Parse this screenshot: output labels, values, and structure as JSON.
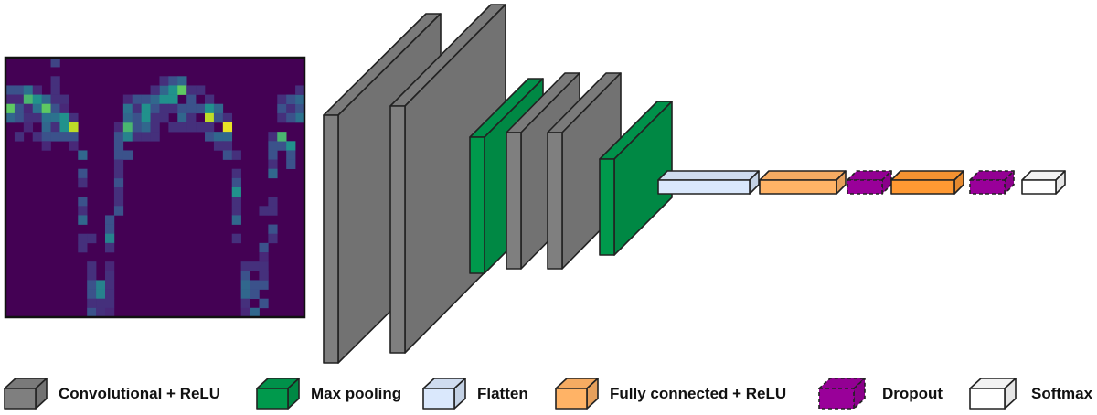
{
  "title": "CNN architecture diagram",
  "input_image": {
    "description": "feature heatmap (viridis colormap)",
    "colormap": "viridis",
    "grid": {
      "cols": 33,
      "rows": 28
    },
    "cells": [
      [
        5,
        0,
        0.25
      ],
      [
        5,
        2,
        0.18
      ],
      [
        0,
        3,
        0.3
      ],
      [
        1,
        3,
        0.3
      ],
      [
        2,
        3,
        0.45
      ],
      [
        3,
        3,
        0.15
      ],
      [
        5,
        3,
        0.18
      ],
      [
        0,
        4,
        0.15
      ],
      [
        1,
        4,
        0.15
      ],
      [
        2,
        4,
        0.65
      ],
      [
        3,
        4,
        0.55
      ],
      [
        4,
        4,
        0.4
      ],
      [
        5,
        4,
        0.18
      ],
      [
        6,
        4,
        0.18
      ],
      [
        0,
        5,
        0.7
      ],
      [
        1,
        5,
        0.3
      ],
      [
        2,
        5,
        0.15
      ],
      [
        3,
        5,
        0.45
      ],
      [
        4,
        5,
        0.7
      ],
      [
        5,
        5,
        0.3
      ],
      [
        6,
        5,
        0.15
      ],
      [
        0,
        6,
        0.4
      ],
      [
        1,
        6,
        0.3
      ],
      [
        2,
        6,
        0.18
      ],
      [
        3,
        6,
        0.18
      ],
      [
        4,
        6,
        0.45
      ],
      [
        5,
        6,
        0.45
      ],
      [
        6,
        6,
        0.55
      ],
      [
        7,
        6,
        0.18
      ],
      [
        2,
        7,
        0.15
      ],
      [
        4,
        7,
        0.4
      ],
      [
        5,
        7,
        0.18
      ],
      [
        6,
        7,
        0.55
      ],
      [
        7,
        7,
        0.85
      ],
      [
        1,
        8,
        0.18
      ],
      [
        3,
        8,
        0.18
      ],
      [
        4,
        8,
        0.3
      ],
      [
        5,
        8,
        0.3
      ],
      [
        6,
        8,
        0.3
      ],
      [
        7,
        8,
        0.3
      ],
      [
        4,
        9,
        0.15
      ],
      [
        7,
        9,
        0.15
      ],
      [
        8,
        10,
        0.4
      ],
      [
        8,
        12,
        0.3
      ],
      [
        8,
        13,
        0.18
      ],
      [
        8,
        15,
        0.3
      ],
      [
        8,
        16,
        0.18
      ],
      [
        8,
        17,
        0.4
      ],
      [
        8,
        19,
        0.18
      ],
      [
        9,
        19,
        0.18
      ],
      [
        8,
        20,
        0.18
      ],
      [
        9,
        22,
        0.18
      ],
      [
        9,
        23,
        0.18
      ],
      [
        9,
        24,
        0.3
      ],
      [
        10,
        24,
        0.5
      ],
      [
        9,
        25,
        0.3
      ],
      [
        10,
        25,
        0.5
      ],
      [
        9,
        26,
        0.18
      ],
      [
        10,
        26,
        0.18
      ],
      [
        9,
        27,
        0.3
      ],
      [
        10,
        27,
        0.18
      ],
      [
        11,
        22,
        0.15
      ],
      [
        11,
        23,
        0.18
      ],
      [
        11,
        24,
        0.18
      ],
      [
        11,
        25,
        0.18
      ],
      [
        11,
        26,
        0.18
      ],
      [
        11,
        28,
        0.15
      ],
      [
        11,
        17,
        0.3
      ],
      [
        11,
        18,
        0.3
      ],
      [
        11,
        19,
        0.5
      ],
      [
        11,
        20,
        0.18
      ],
      [
        12,
        13,
        0.3
      ],
      [
        12,
        14,
        0.18
      ],
      [
        12,
        15,
        0.18
      ],
      [
        12,
        16,
        0.3
      ],
      [
        12,
        7,
        0.15
      ],
      [
        12,
        8,
        0.3
      ],
      [
        12,
        9,
        0.3
      ],
      [
        12,
        10,
        0.3
      ],
      [
        12,
        11,
        0.18
      ],
      [
        12,
        12,
        0.18
      ],
      [
        13,
        10,
        0.3
      ],
      [
        13,
        7,
        0.65
      ],
      [
        13,
        8,
        0.5
      ],
      [
        14,
        8,
        0.18
      ],
      [
        15,
        8,
        0.18
      ],
      [
        16,
        8,
        0.18
      ],
      [
        13,
        4,
        0.15
      ],
      [
        13,
        5,
        0.45
      ],
      [
        13,
        6,
        0.4
      ],
      [
        14,
        4,
        0.3
      ],
      [
        14,
        5,
        0.18
      ],
      [
        14,
        6,
        0.3
      ],
      [
        14,
        7,
        0.3
      ],
      [
        15,
        4,
        0.3
      ],
      [
        15,
        5,
        0.55
      ],
      [
        15,
        6,
        0.55
      ],
      [
        15,
        7,
        0.4
      ],
      [
        16,
        5,
        0.3
      ],
      [
        16,
        6,
        0.18
      ],
      [
        16,
        7,
        0.18
      ],
      [
        16,
        4,
        0.4
      ],
      [
        17,
        4,
        0.55
      ],
      [
        17,
        3,
        0.4
      ],
      [
        16,
        3,
        0.18
      ],
      [
        17,
        2,
        0.18
      ],
      [
        18,
        2,
        0.3
      ],
      [
        19,
        2,
        0.4
      ],
      [
        18,
        3,
        0.55
      ],
      [
        18,
        4,
        0.55
      ],
      [
        19,
        3,
        0.7
      ],
      [
        20,
        3,
        0.18
      ],
      [
        17,
        5,
        0.18
      ],
      [
        17,
        6,
        0.18
      ],
      [
        18,
        5,
        0.18
      ],
      [
        19,
        5,
        0.3
      ],
      [
        20,
        5,
        0.3
      ],
      [
        19,
        6,
        0.4
      ],
      [
        20,
        6,
        0.18
      ],
      [
        20,
        4,
        0.3
      ],
      [
        21,
        3,
        0.18
      ],
      [
        22,
        4,
        0.18
      ],
      [
        21,
        5,
        0.3
      ],
      [
        22,
        5,
        0.55
      ],
      [
        23,
        5,
        0.4
      ],
      [
        18,
        7,
        0.18
      ],
      [
        19,
        7,
        0.18
      ],
      [
        20,
        7,
        0.18
      ],
      [
        22,
        6,
        0.85
      ],
      [
        23,
        6,
        0.3
      ],
      [
        24,
        6,
        0.18
      ],
      [
        21,
        7,
        0.18
      ],
      [
        22,
        7,
        0.18
      ],
      [
        24,
        7,
        0.95
      ],
      [
        22,
        8,
        0.3
      ],
      [
        23,
        8,
        0.4
      ],
      [
        24,
        8,
        0.4
      ],
      [
        23,
        9,
        0.18
      ],
      [
        24,
        9,
        0.18
      ],
      [
        24,
        10,
        0.3
      ],
      [
        25,
        10,
        0.18
      ],
      [
        25,
        12,
        0.18
      ],
      [
        25,
        13,
        0.3
      ],
      [
        25,
        14,
        0.55
      ],
      [
        25,
        15,
        0.18
      ],
      [
        25,
        16,
        0.18
      ],
      [
        25,
        17,
        0.4
      ],
      [
        25,
        19,
        0.18
      ],
      [
        26,
        22,
        0.18
      ],
      [
        27,
        22,
        0.18
      ],
      [
        28,
        22,
        0.18
      ],
      [
        26,
        23,
        0.3
      ],
      [
        28,
        23,
        0.18
      ],
      [
        26,
        24,
        0.4
      ],
      [
        27,
        24,
        0.3
      ],
      [
        28,
        24,
        0.3
      ],
      [
        26,
        25,
        0.4
      ],
      [
        27,
        25,
        0.3
      ],
      [
        26,
        26,
        0.18
      ],
      [
        28,
        26,
        0.3
      ],
      [
        27,
        27,
        0.45
      ],
      [
        27,
        28,
        0.4
      ],
      [
        26,
        28,
        0.15
      ],
      [
        29,
        15,
        0.18
      ],
      [
        29,
        16,
        0.18
      ],
      [
        28,
        16,
        0.18
      ],
      [
        29,
        18,
        0.3
      ],
      [
        29,
        19,
        0.18
      ],
      [
        28,
        20,
        0.3
      ],
      [
        28,
        23,
        0.18
      ],
      [
        28,
        21,
        0.15
      ],
      [
        29,
        10,
        0.3
      ],
      [
        29,
        11,
        0.18
      ],
      [
        29,
        12,
        0.4
      ],
      [
        30,
        9,
        0.3
      ],
      [
        31,
        9,
        0.55
      ],
      [
        31,
        10,
        0.3
      ],
      [
        31,
        11,
        0.3
      ],
      [
        29,
        8,
        0.18
      ],
      [
        30,
        8,
        0.65
      ],
      [
        29,
        9,
        0.3
      ],
      [
        30,
        5,
        0.3
      ],
      [
        31,
        5,
        0.18
      ],
      [
        32,
        5,
        0.3
      ],
      [
        30,
        4,
        0.18
      ],
      [
        31,
        4,
        0.3
      ],
      [
        32,
        4,
        0.4
      ],
      [
        32,
        3,
        0.18
      ],
      [
        32,
        6,
        0.45
      ],
      [
        30,
        6,
        0.18
      ],
      [
        31,
        6,
        0.3
      ]
    ]
  },
  "layers": [
    {
      "type": "conv",
      "name": "Convolutional + ReLU"
    },
    {
      "type": "conv",
      "name": "Convolutional + ReLU"
    },
    {
      "type": "pool",
      "name": "Max pooling"
    },
    {
      "type": "conv",
      "name": "Convolutional + ReLU"
    },
    {
      "type": "conv",
      "name": "Convolutional + ReLU"
    },
    {
      "type": "pool",
      "name": "Max pooling"
    },
    {
      "type": "flatten",
      "name": "Flatten"
    },
    {
      "type": "fc",
      "name": "Fully connected + ReLU"
    },
    {
      "type": "dropout",
      "name": "Dropout"
    },
    {
      "type": "fc2",
      "name": "Fully connected + ReLU"
    },
    {
      "type": "dropout",
      "name": "Dropout"
    },
    {
      "type": "softmax",
      "name": "Softmax"
    }
  ],
  "colors": {
    "conv": {
      "front": "#7f7f7f",
      "side": "#727272",
      "top": "#7a7a7a"
    },
    "pool": {
      "front": "#00994c",
      "side": "#008844",
      "top": "#00914a"
    },
    "flatten": {
      "front": "#dae8fc",
      "side": "#c3d1e4",
      "top": "#cfdcef"
    },
    "fc": {
      "front": "#ffb366",
      "side": "#e6a05c",
      "top": "#f5ab62"
    },
    "fc2": {
      "front": "#ff9933",
      "side": "#e6892e",
      "top": "#f59231"
    },
    "dropout": {
      "front": "#990099",
      "side": "#8a008a",
      "top": "#930093"
    },
    "softmax": {
      "front": "#ffffff",
      "side": "#e6e6e6",
      "top": "#f2f2f2"
    },
    "stroke": "#222222"
  },
  "legend": [
    {
      "type": "conv",
      "label": "Convolutional + ReLU"
    },
    {
      "type": "pool",
      "label": "Max pooling"
    },
    {
      "type": "flatten",
      "label": "Flatten"
    },
    {
      "type": "fc",
      "label": "Fully connected + ReLU"
    },
    {
      "type": "dropout",
      "label": "Dropout"
    },
    {
      "type": "softmax",
      "label": "Softmax"
    }
  ]
}
